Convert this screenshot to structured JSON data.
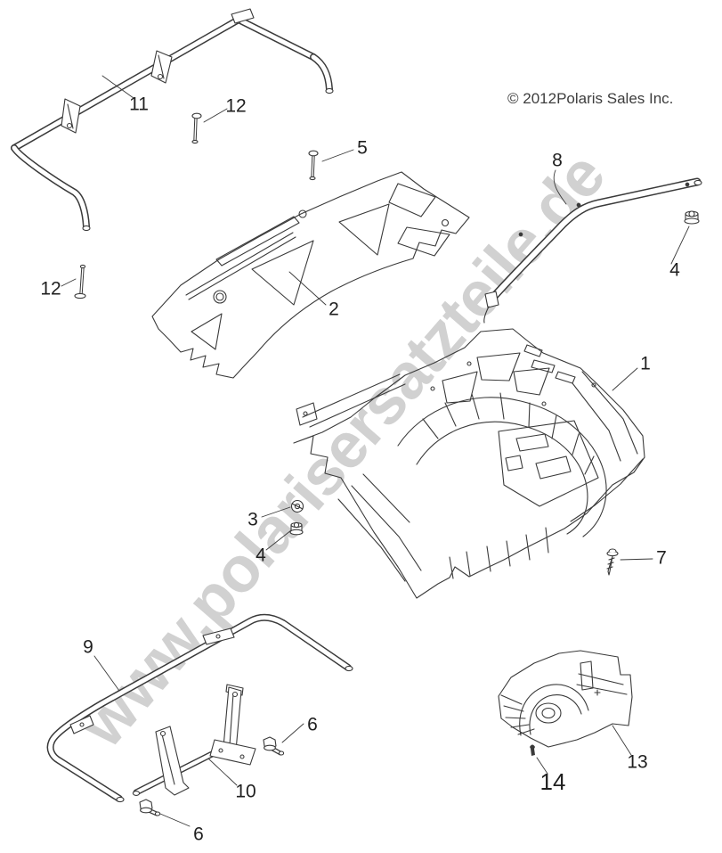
{
  "copyright": "© 2012Polaris Sales Inc.",
  "watermark": "www.polarisersatzteile.de",
  "callouts": {
    "n1": "1",
    "n2": "2",
    "n3": "3",
    "n4_right": "4",
    "n4_left": "4",
    "n5": "5",
    "n6_right": "6",
    "n6_bottom": "6",
    "n7": "7",
    "n8": "8",
    "n9": "9",
    "n10": "10",
    "n11": "11",
    "n12_top": "12",
    "n12_left": "12",
    "n13": "13",
    "n14": "14"
  },
  "colors": {
    "line": "#3a3a3a",
    "watermark": "#d1d1d1",
    "label": "#1f1f1f",
    "background": "#ffffff"
  }
}
